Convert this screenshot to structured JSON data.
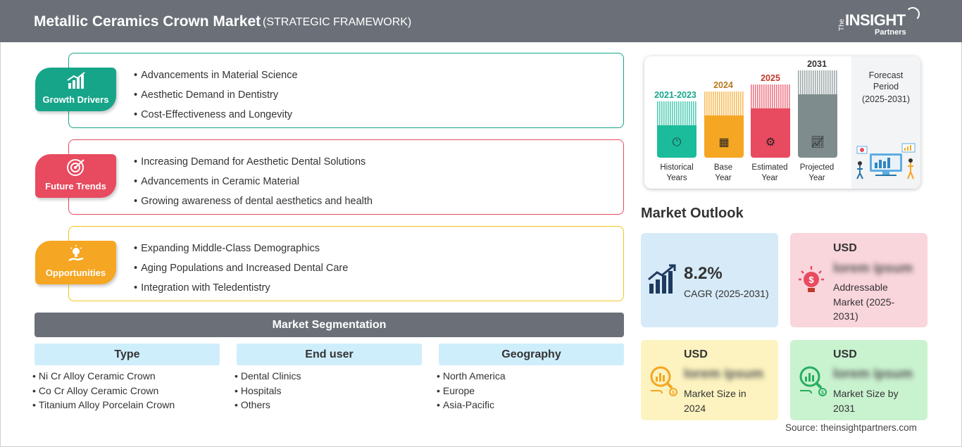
{
  "header": {
    "title": "Metallic Ceramics Crown Market",
    "subtitle": "(STRATEGIC FRAMEWORK)",
    "logo": {
      "the": "The",
      "insight": "INSIGHT",
      "partners": "Partners"
    }
  },
  "framework": [
    {
      "label": "Growth Drivers",
      "color": "#17a589",
      "icon": "bar-chart-icon",
      "items": [
        "Advancements in Material Science",
        "Aesthetic Demand in Dentistry",
        "Cost-Effectiveness and Longevity"
      ]
    },
    {
      "label": "Future Trends",
      "color": "#e84a5f",
      "icon": "target-icon",
      "items": [
        "Increasing Demand for Aesthetic Dental Solutions",
        "Advancements in Ceramic Material",
        "Growing awareness of dental aesthetics and health"
      ]
    },
    {
      "label": "Opportunities",
      "color": "#f5a623",
      "icon": "lightbulb-hand-icon",
      "items": [
        "Expanding Middle-Class Demographics",
        "Aging Populations and Increased Dental Care",
        "Integration with Teledentistry"
      ]
    }
  ],
  "segmentation": {
    "title": "Market Segmentation",
    "columns": [
      {
        "header": "Type",
        "items": [
          "Ni Cr Alloy Ceramic Crown",
          "Co Cr Alloy Ceramic Crown",
          "Titanium Alloy Porcelain Crown"
        ]
      },
      {
        "header": "End user",
        "items": [
          "Dental Clinics",
          "Hospitals",
          "Others"
        ]
      },
      {
        "header": "Geography",
        "items": [
          "North America",
          "Europe",
          "Asia-Pacific"
        ]
      }
    ]
  },
  "timeline": {
    "columns": [
      {
        "year": "2021-2023",
        "caption_1": "Historical",
        "caption_2": "Years",
        "color": "#1abc9c",
        "year_color": "#17a589",
        "icon": "history-icon"
      },
      {
        "year": "2024",
        "caption_1": "Base",
        "caption_2": "Year",
        "color": "#f5a623",
        "year_color": "#b7791f",
        "icon": "calendar-icon"
      },
      {
        "year": "2025",
        "caption_1": "Estimated",
        "caption_2": "Year",
        "color": "#e84a5f",
        "year_color": "#c0392b",
        "icon": "gears-icon"
      },
      {
        "year": "2031",
        "caption_1": "Projected",
        "caption_2": "Year",
        "color": "#7f8c8d",
        "year_color": "#333333",
        "icon": "presentation-icon"
      }
    ],
    "forecast": {
      "line1": "Forecast",
      "line2": "Period",
      "line3": "(2025-2031)"
    }
  },
  "outlook": {
    "title": "Market Outlook",
    "cagr": {
      "value": "8.2%",
      "label": "CAGR (2025-2031)",
      "color": "#d6eaf8"
    },
    "addressable": {
      "usd": "USD",
      "value": "lorem ipsum",
      "line1": "Addressable",
      "line2": "Market (2025-",
      "line3": "2031)",
      "color": "#f9d5dc"
    },
    "size2024": {
      "usd": "USD",
      "value": "lorem ipsum",
      "line1": "Market Size in",
      "line2": "2024",
      "color": "#fcf3c0"
    },
    "size2031": {
      "usd": "USD",
      "value": "lorem ipsum",
      "line1": "Market Size by",
      "line2": "2031",
      "color": "#c9f2cf"
    }
  },
  "source": "Source: theinsightpartners.com"
}
